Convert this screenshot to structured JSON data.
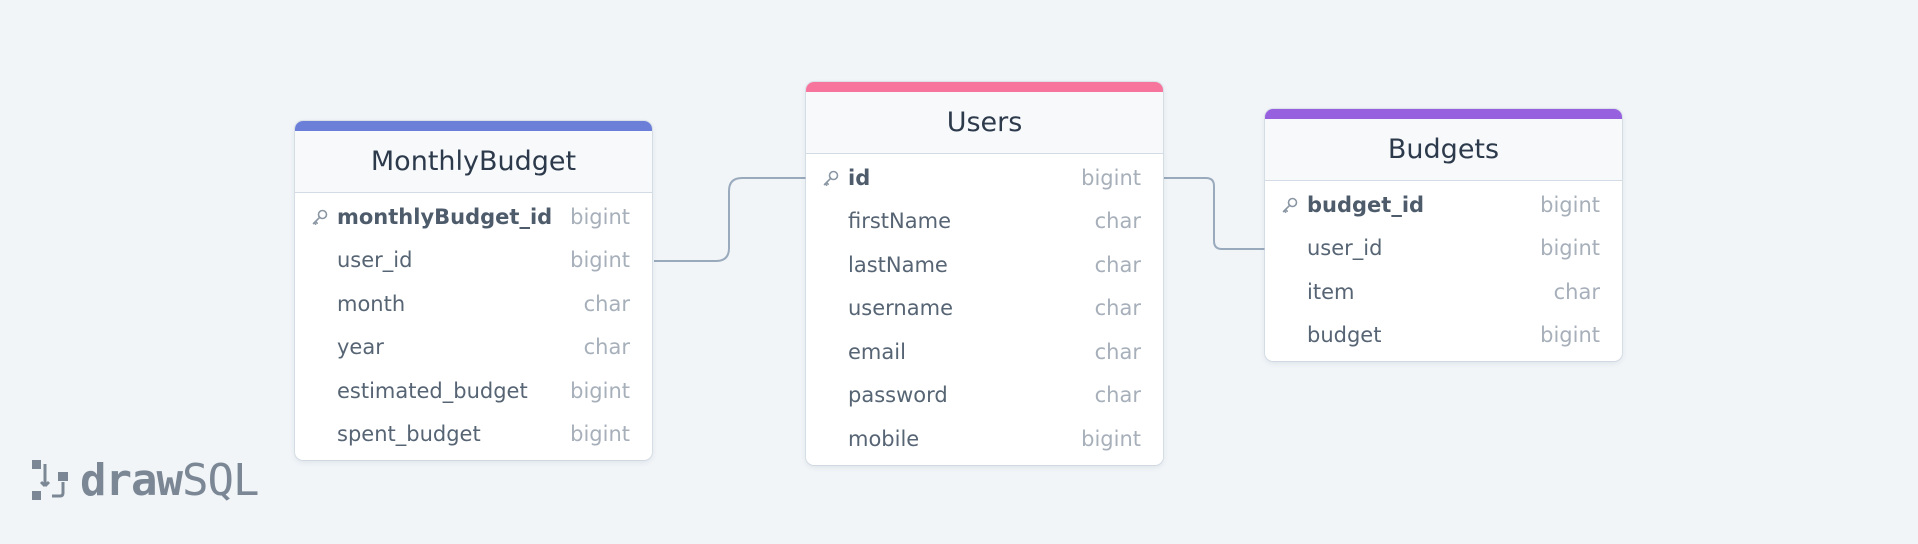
{
  "tables": {
    "monthly_budget": {
      "title": "MonthlyBudget",
      "accent": "#6c7fd8",
      "fields": [
        {
          "name": "monthlyBudget_id",
          "type": "bigint",
          "pk": true
        },
        {
          "name": "user_id",
          "type": "bigint",
          "pk": false
        },
        {
          "name": "month",
          "type": "char",
          "pk": false
        },
        {
          "name": "year",
          "type": "char",
          "pk": false
        },
        {
          "name": "estimated_budget",
          "type": "bigint",
          "pk": false
        },
        {
          "name": "spent_budget",
          "type": "bigint",
          "pk": false
        }
      ]
    },
    "users": {
      "title": "Users",
      "accent": "#f7749c",
      "fields": [
        {
          "name": "id",
          "type": "bigint",
          "pk": true
        },
        {
          "name": "firstName",
          "type": "char",
          "pk": false
        },
        {
          "name": "lastName",
          "type": "char",
          "pk": false
        },
        {
          "name": "username",
          "type": "char",
          "pk": false
        },
        {
          "name": "email",
          "type": "char",
          "pk": false
        },
        {
          "name": "password",
          "type": "char",
          "pk": false
        },
        {
          "name": "mobile",
          "type": "bigint",
          "pk": false
        }
      ]
    },
    "budgets": {
      "title": "Budgets",
      "accent": "#9660df",
      "fields": [
        {
          "name": "budget_id",
          "type": "bigint",
          "pk": true
        },
        {
          "name": "user_id",
          "type": "bigint",
          "pk": false
        },
        {
          "name": "item",
          "type": "char",
          "pk": false
        },
        {
          "name": "budget",
          "type": "bigint",
          "pk": false
        }
      ]
    }
  },
  "relations": [
    {
      "from": "MonthlyBudget.user_id",
      "to": "Users.id"
    },
    {
      "from": "Budgets.user_id",
      "to": "Users.id"
    }
  ],
  "logo": {
    "draw": "draw",
    "sql": "SQL"
  },
  "colors": {
    "background": "#f1f5f8",
    "connector": "#9aaabd",
    "icon": "key-icon"
  }
}
